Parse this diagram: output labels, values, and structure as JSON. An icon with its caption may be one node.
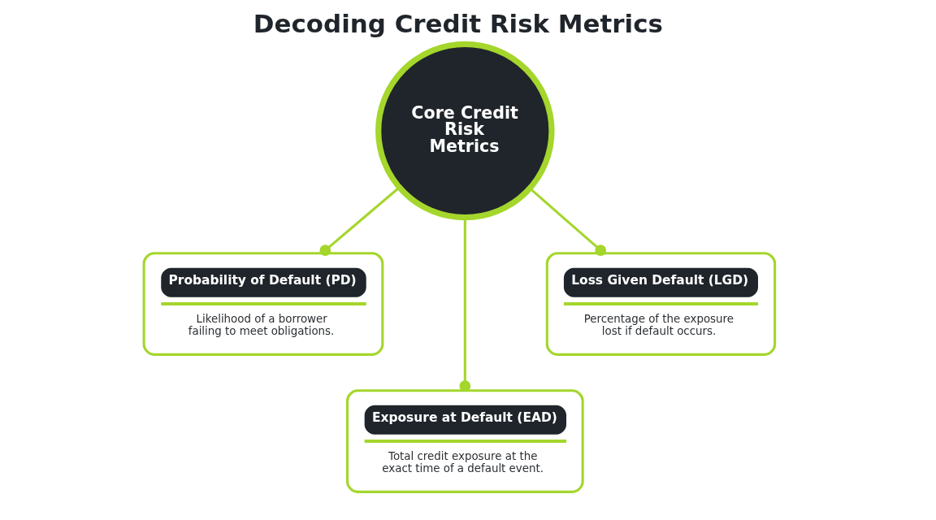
{
  "diagram": {
    "title": "Decoding Credit Risk Metrics",
    "nodes": [
      {
        "text": [
          "Probability of Default (PD)",
          "Likelihood of a borrower failing to meet obligations."
        ]
      },
      {
        "text": [
          "Core Credit Risk Metrics"
        ]
      },
      {
        "text": [
          "Loss Given Default (LGD)",
          "Percentage of the exposure lost if default occurs."
        ]
      },
      {
        "text": [
          "Exposure at Default (EAD)",
          "Total credit exposure at the exact time of a default event."
        ]
      }
    ],
    "edges": [
      {
        "from": 1,
        "to": 0,
        "arrow": "other"
      },
      {
        "from": 1,
        "to": 3,
        "arrow": "other"
      },
      {
        "from": 1,
        "to": 2,
        "arrow": "other"
      }
    ]
  }
}
